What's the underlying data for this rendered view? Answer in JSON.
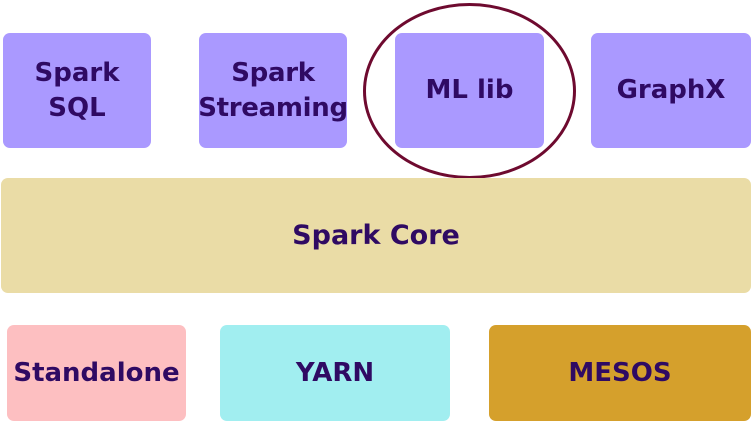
{
  "top_row": [
    {
      "label": "Spark\nSQL"
    },
    {
      "label": "Spark\nStreaming"
    },
    {
      "label": "ML lib"
    },
    {
      "label": "GraphX"
    }
  ],
  "core": {
    "label": "Spark Core"
  },
  "bottom_row": [
    {
      "label": "Standalone"
    },
    {
      "label": "YARN"
    },
    {
      "label": "MESOS"
    }
  ],
  "colors": {
    "library_box": "#aa99ff",
    "core_box": "#eadca6",
    "standalone_box": "#fdbfc1",
    "yarn_box": "#a1eef0",
    "mesos_box": "#d5a02c",
    "text": "#2f0a63",
    "highlight_circle": "#6e0a2f"
  }
}
